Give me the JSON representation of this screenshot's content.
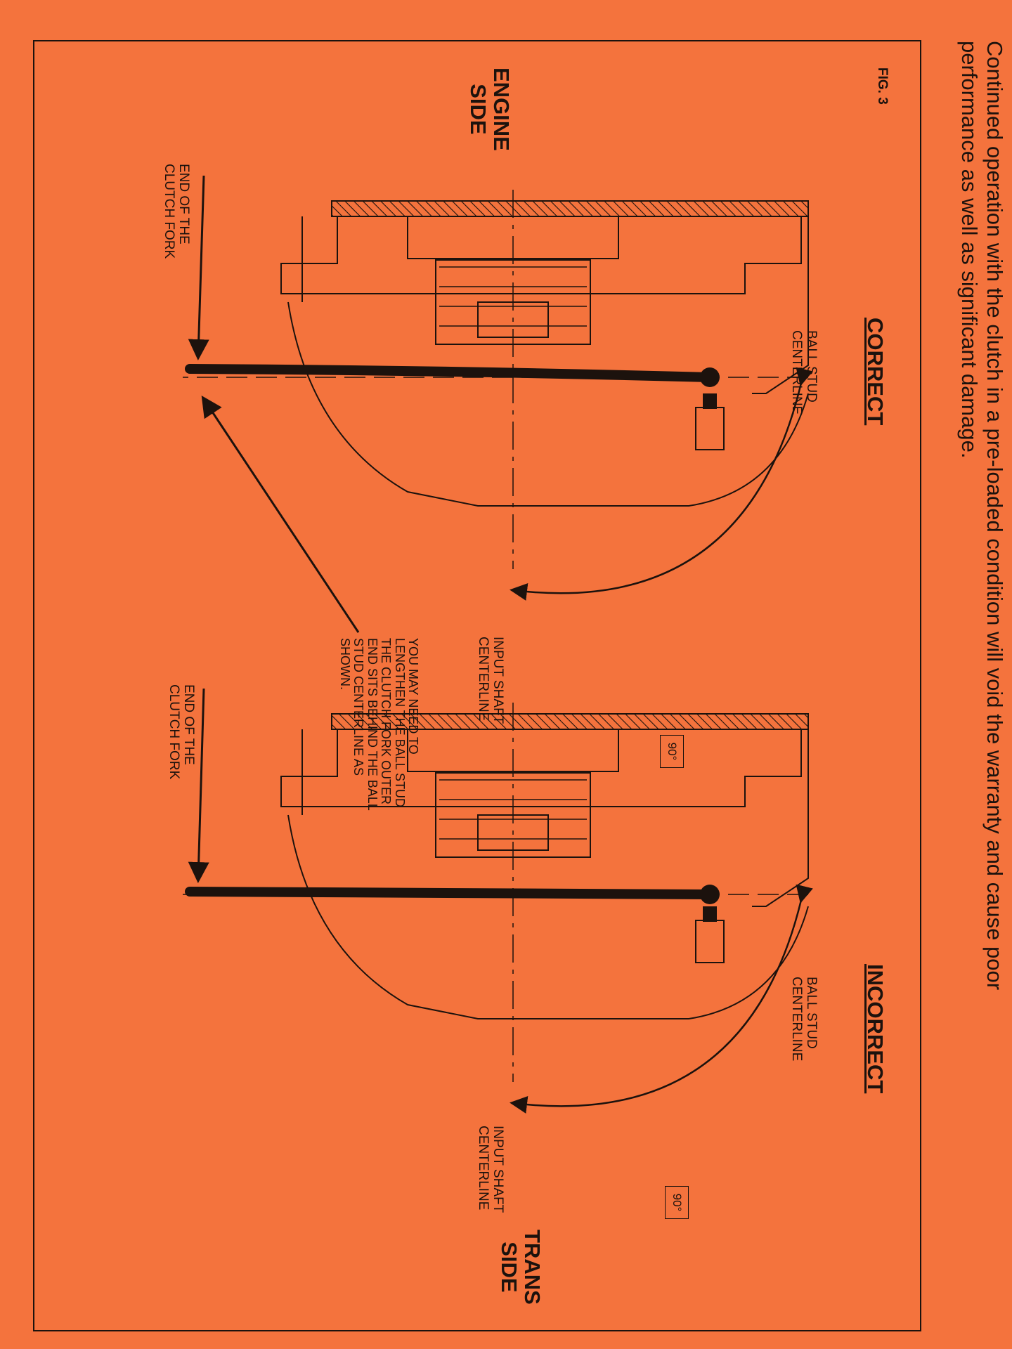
{
  "intro_lines": [
    "Continued operation with the clutch in a pre-loaded condition will void the warranty and cause poor",
    "performance as well as significant damage."
  ],
  "figure_label": "FIG. 3",
  "panels": [
    {
      "heading": "CORRECT",
      "ball_stud_label": "BALL STUD\nCENTERLINE",
      "angle_label": "90°",
      "input_shaft_label": "INPUT SHAFT\nCENTERLINE",
      "fork_end_label": "END OF THE\nCLUTCH FORK",
      "note": "YOU MAY NEED TO\nLENGTHEN THE BALL STUD\nTHE CLUTCH FORK OUTER\nEND SITS BEHIND THE BALL\nSTUD CENTERLINE AS\nSHOWN."
    },
    {
      "heading": "INCORRECT",
      "ball_stud_label": "BALL STUD\nCENTERLINE",
      "angle_label": "90°",
      "input_shaft_label": "INPUT SHAFT\nCENTERLINE",
      "fork_end_label": "END OF THE\nCLUTCH FORK"
    }
  ],
  "engine_side_label": "ENGINE\nSIDE",
  "trans_side_label": "TRANS\nSIDE"
}
